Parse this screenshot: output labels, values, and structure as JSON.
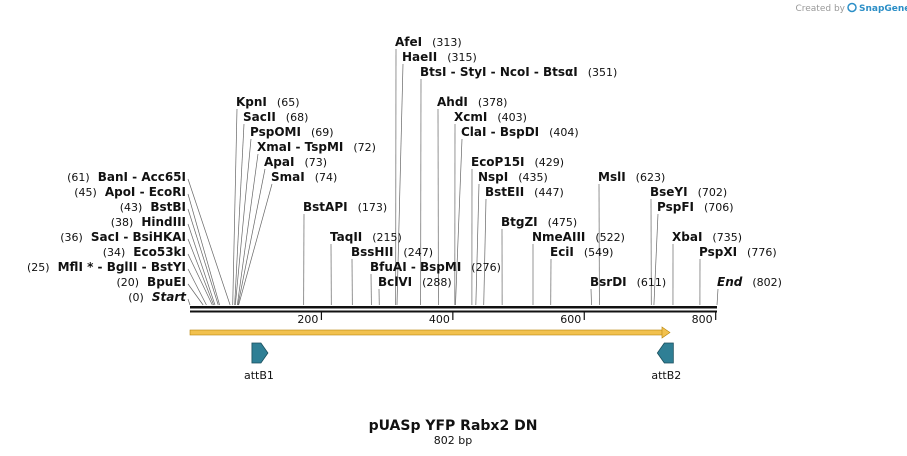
{
  "credit": {
    "prefix": "Created by",
    "brand": "SnapGene"
  },
  "map": {
    "title": "pUASp YFP Rabx2 DN",
    "length_label": "802 bp",
    "length": 802,
    "axis_ticks": [
      "200",
      "400",
      "600",
      "800"
    ]
  },
  "features": [
    {
      "name": "attB1",
      "start": 100,
      "end": 125,
      "direction": "forward",
      "color": "#2f7f95"
    },
    {
      "name": "attB2",
      "start": 720,
      "end": 745,
      "direction": "reverse",
      "color": "#2f7f95"
    }
  ],
  "orf": {
    "start": 0,
    "end": 700,
    "color": "#f2c14e"
  },
  "sites": [
    {
      "label": "Start",
      "pos": "(0)",
      "at": 0,
      "italic": true,
      "side": "left"
    },
    {
      "label": "BpuEI",
      "pos": "(20)",
      "at": 20,
      "side": "left"
    },
    {
      "label": "MflI * - BglII - BstYI",
      "pos": "(25)",
      "at": 25,
      "side": "left"
    },
    {
      "label": "Eco53kI",
      "pos": "(34)",
      "at": 34,
      "side": "left"
    },
    {
      "label": "SacI - BsiHKAI",
      "pos": "(36)",
      "at": 36,
      "side": "left"
    },
    {
      "label": "HindIII",
      "pos": "(38)",
      "at": 38,
      "side": "left"
    },
    {
      "label": "BstBI",
      "pos": "(43)",
      "at": 43,
      "side": "left"
    },
    {
      "label": "ApoI - EcoRI",
      "pos": "(45)",
      "at": 45,
      "side": "left"
    },
    {
      "label": "BanI - Acc65I",
      "pos": "(61)",
      "at": 61,
      "side": "left"
    },
    {
      "label": "KpnI",
      "pos": "(65)",
      "at": 65,
      "side": "right"
    },
    {
      "label": "SacII",
      "pos": "(68)",
      "at": 68,
      "side": "right"
    },
    {
      "label": "PspOMI",
      "pos": "(69)",
      "at": 69,
      "side": "right"
    },
    {
      "label": "XmaI - TspMI",
      "pos": "(72)",
      "at": 72,
      "side": "right"
    },
    {
      "label": "ApaI",
      "pos": "(73)",
      "at": 73,
      "side": "right"
    },
    {
      "label": "SmaI",
      "pos": "(74)",
      "at": 74,
      "side": "right"
    },
    {
      "label": "BstAPI",
      "pos": "(173)",
      "at": 173,
      "side": "right"
    },
    {
      "label": "TaqII",
      "pos": "(215)",
      "at": 215,
      "side": "right"
    },
    {
      "label": "BssHII",
      "pos": "(247)",
      "at": 247,
      "side": "right"
    },
    {
      "label": "BfuAI - BspMI",
      "pos": "(276)",
      "at": 276,
      "side": "right"
    },
    {
      "label": "BclVI",
      "pos": "(288)",
      "at": 288,
      "side": "right"
    },
    {
      "label": "AfeI",
      "pos": "(313)",
      "at": 313,
      "side": "right"
    },
    {
      "label": "HaeII",
      "pos": "(315)",
      "at": 315,
      "side": "right"
    },
    {
      "label": "BtsI - StyI - NcoI - BtsαI",
      "pos": "(351)",
      "at": 351,
      "side": "right"
    },
    {
      "label": "AhdI",
      "pos": "(378)",
      "at": 378,
      "side": "right"
    },
    {
      "label": "XcmI",
      "pos": "(403)",
      "at": 403,
      "side": "right"
    },
    {
      "label": "ClaI - BspDI",
      "pos": "(404)",
      "at": 404,
      "side": "right"
    },
    {
      "label": "EcoP15I",
      "pos": "(429)",
      "at": 429,
      "side": "right"
    },
    {
      "label": "NspI",
      "pos": "(435)",
      "at": 435,
      "side": "right"
    },
    {
      "label": "BstEII",
      "pos": "(447)",
      "at": 447,
      "side": "right"
    },
    {
      "label": "BtgZI",
      "pos": "(475)",
      "at": 475,
      "side": "right"
    },
    {
      "label": "NmeAIII",
      "pos": "(522)",
      "at": 522,
      "side": "right"
    },
    {
      "label": "EciI",
      "pos": "(549)",
      "at": 549,
      "side": "right"
    },
    {
      "label": "BsrDI",
      "pos": "(611)",
      "at": 611,
      "side": "right"
    },
    {
      "label": "MslI",
      "pos": "(623)",
      "at": 623,
      "side": "right"
    },
    {
      "label": "BseYI",
      "pos": "(702)",
      "at": 702,
      "side": "right"
    },
    {
      "label": "PspFI",
      "pos": "(706)",
      "at": 706,
      "side": "right"
    },
    {
      "label": "XbaI",
      "pos": "(735)",
      "at": 735,
      "side": "right"
    },
    {
      "label": "PspXI",
      "pos": "(776)",
      "at": 776,
      "side": "right"
    },
    {
      "label": "End",
      "pos": "(802)",
      "at": 802,
      "italic": true,
      "side": "right"
    }
  ]
}
